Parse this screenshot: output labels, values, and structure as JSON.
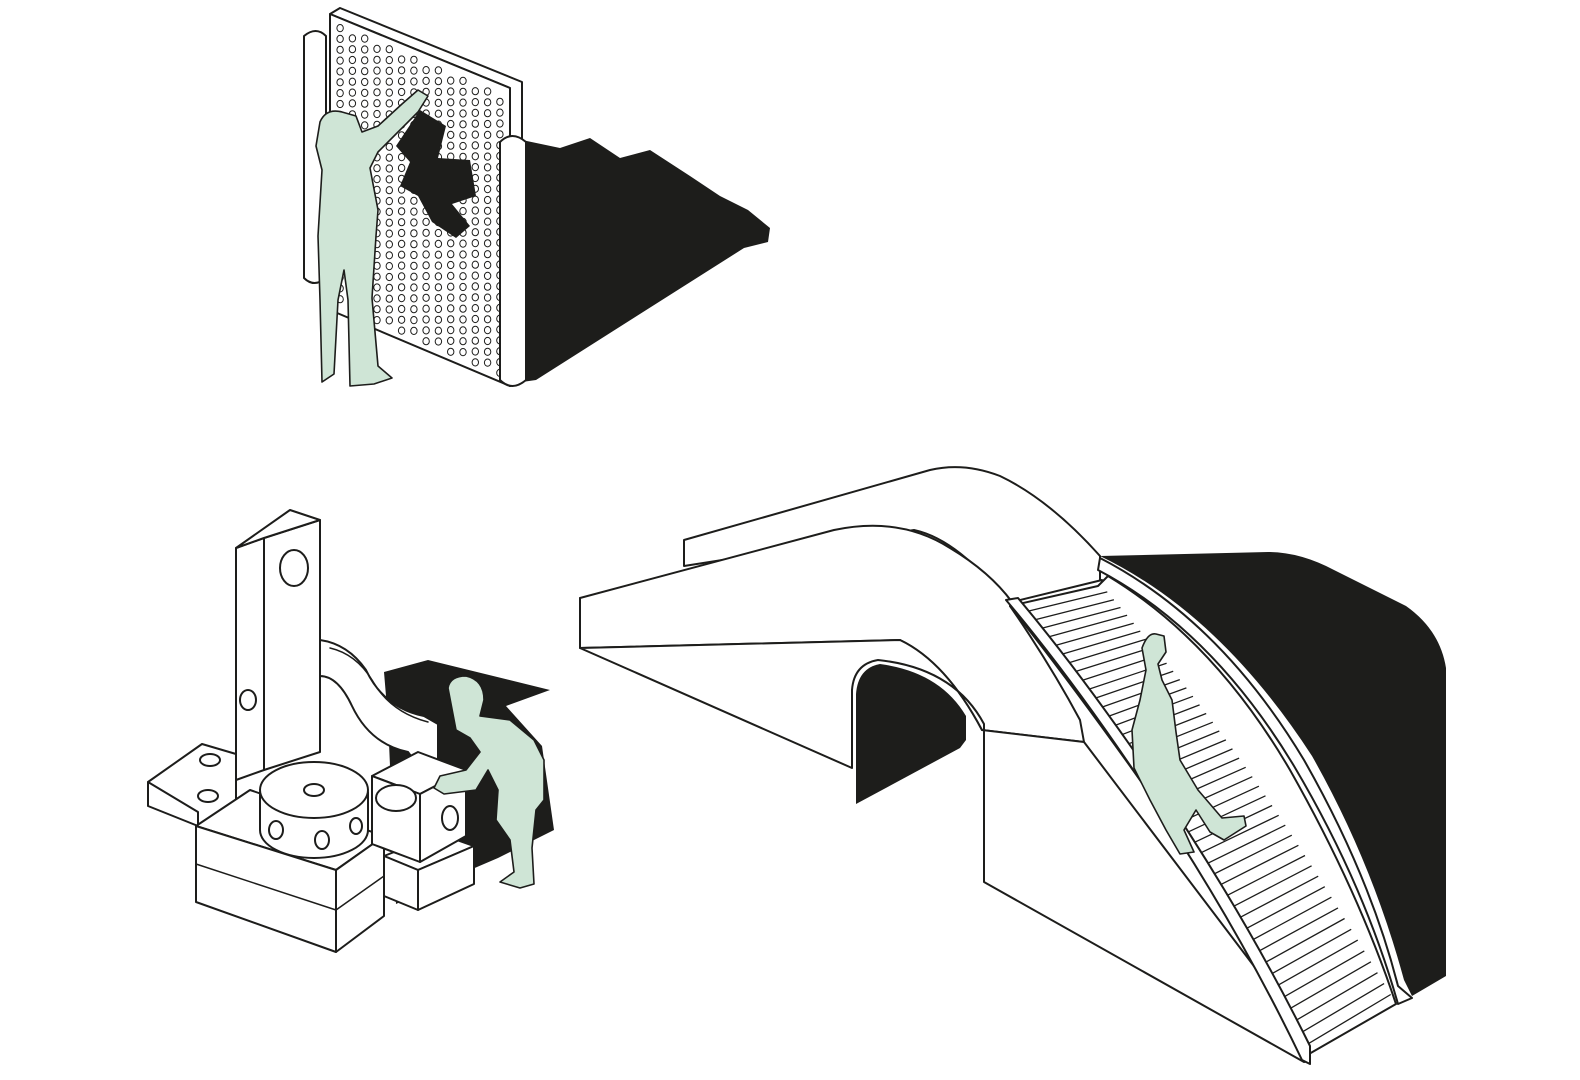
{
  "colors": {
    "background": "#ffffff",
    "line": "#1d1d1b",
    "shadow": "#1d1d1b",
    "person_fill": "#cfe5d6",
    "object_fill": "#ffffff"
  },
  "scenes": [
    {
      "id": "pin-wall",
      "icon": "pin-art-wall-icon"
    },
    {
      "id": "stacked-blocks",
      "icon": "play-block-tower-icon"
    },
    {
      "id": "roller-slide",
      "icon": "tunnel-roller-slide-icon"
    }
  ]
}
